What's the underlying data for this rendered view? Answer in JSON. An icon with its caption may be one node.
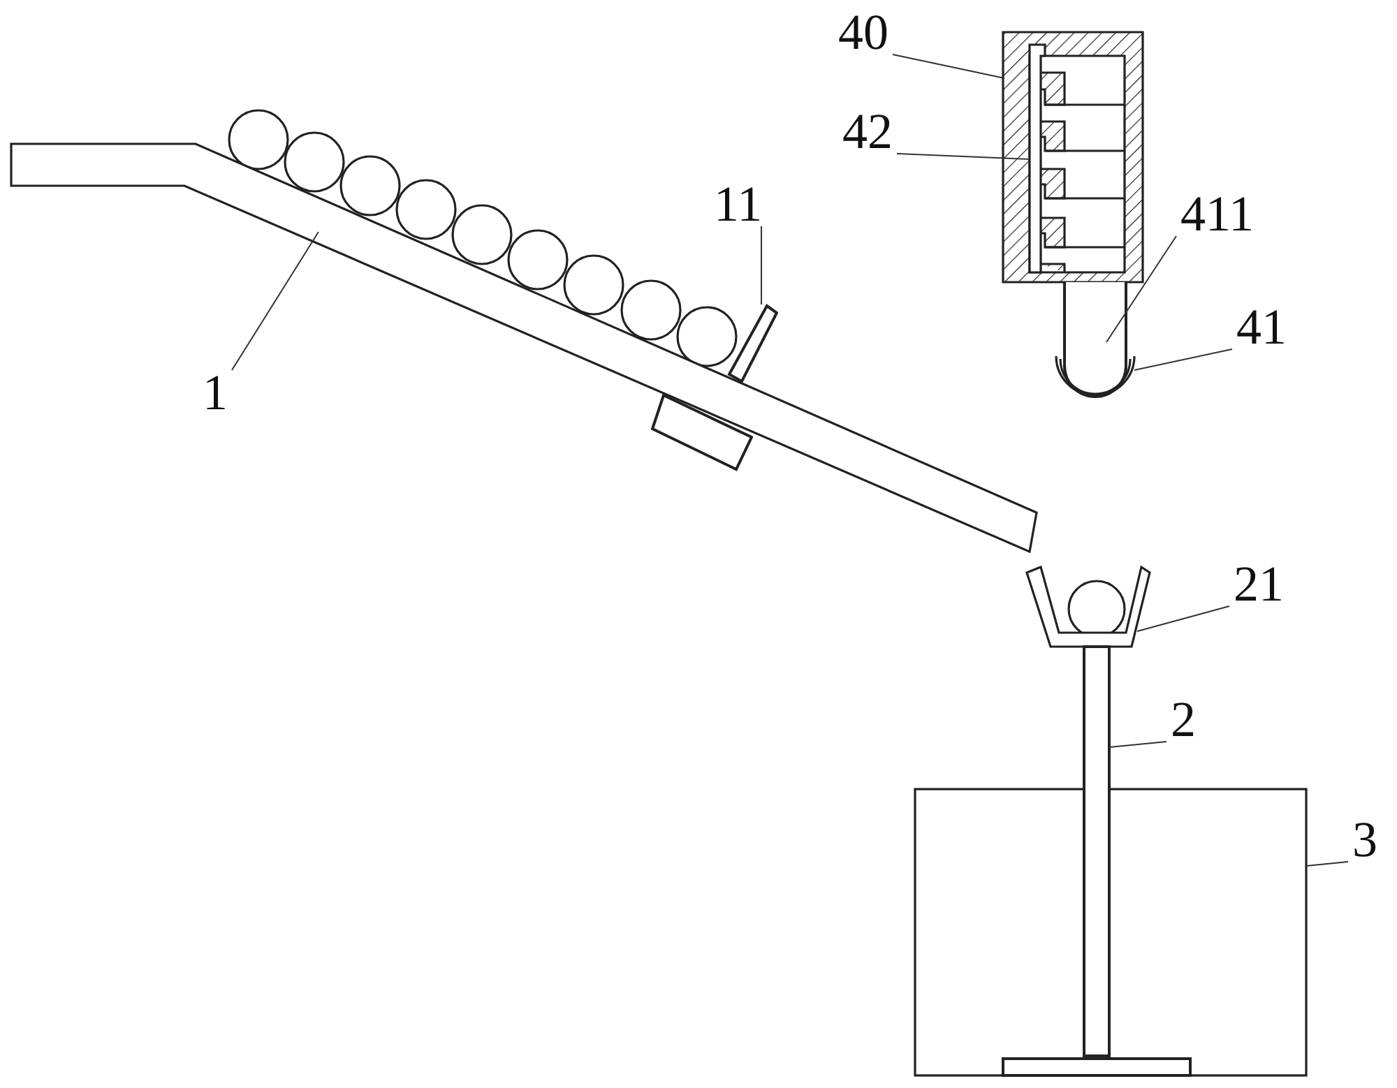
{
  "diagram": {
    "nodes": [
      {
        "text": [
          "40"
        ]
      },
      {
        "text": [
          "42"
        ]
      },
      {
        "text": [
          "11"
        ]
      },
      {
        "text": [
          "411"
        ]
      },
      {
        "text": [
          "1"
        ]
      },
      {
        "text": [
          "41"
        ]
      },
      {
        "text": [
          "21"
        ]
      },
      {
        "text": [
          "2"
        ]
      },
      {
        "text": [
          "3"
        ]
      },
      {
        "text": [],
        "shape": "picture"
      },
      {
        "text": [],
        "shape": "bar"
      },
      {
        "text": [],
        "shape": "picture"
      },
      {
        "text": [],
        "shape": "picture",
        "in": 11
      },
      {
        "text": [],
        "shape": "bar"
      },
      {
        "text": [],
        "shape": "picture"
      },
      {
        "text": [],
        "shape": "picture"
      },
      {
        "text": [],
        "shape": "bar"
      },
      {
        "text": [],
        "shape": "box"
      },
      {
        "text": [],
        "shape": "bar"
      },
      {
        "text": [],
        "shape": "bar",
        "in": 17
      }
    ],
    "edges": [
      {
        "from": 0,
        "to": 11,
        "arrow": "none"
      },
      {
        "from": 1,
        "to": 12,
        "arrow": "none"
      },
      {
        "from": 2,
        "to": 10,
        "arrow": "none"
      },
      {
        "from": 3,
        "to": 13,
        "arrow": "none"
      },
      {
        "from": 4,
        "to": 9,
        "arrow": "none"
      },
      {
        "from": 5,
        "to": 14,
        "arrow": "none"
      },
      {
        "from": 6,
        "to": 15,
        "arrow": "none"
      },
      {
        "from": 7,
        "to": 16,
        "arrow": "none"
      },
      {
        "from": 8,
        "to": 17,
        "arrow": "none"
      }
    ]
  }
}
